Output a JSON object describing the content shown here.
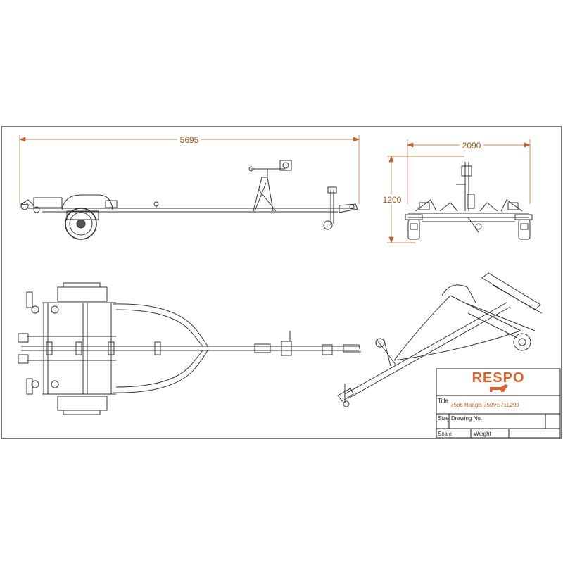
{
  "dimensions": {
    "length": "5695",
    "width": "2090",
    "height": "1200"
  },
  "title_block": {
    "logo": "RESPO",
    "title_label": "Title",
    "title_value": "7568 Haagis 750VS71L209",
    "size_label": "Size",
    "drawing_no_label": "Drawing No.",
    "scale_label": "Scale",
    "weight_label": "Weight"
  },
  "colors": {
    "line": "#333333",
    "dimension": "#a0541c",
    "brand": "#e0622a"
  }
}
